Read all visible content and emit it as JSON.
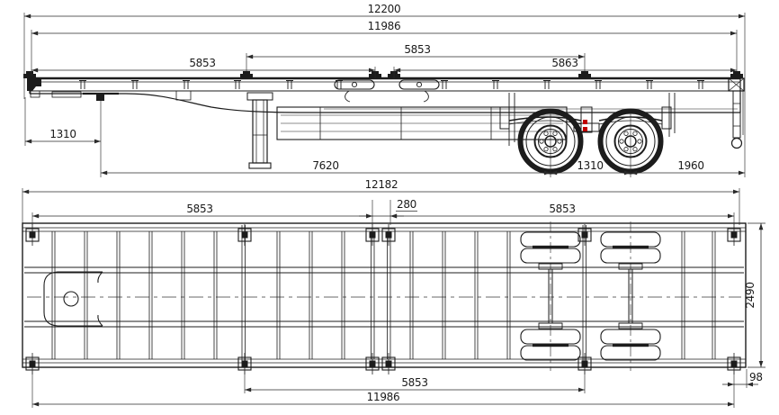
{
  "drawing": {
    "kind": "container-flatbed-semitrailer-two-view-drawing",
    "colors": {
      "line": "#1c1c1c",
      "dim": "#2a2a2a",
      "accent": "#c00000",
      "background": "#ffffff"
    },
    "side": {
      "overall_length": "12200",
      "frame_length": "11986",
      "mid_span": "5853",
      "front_span": "5853",
      "rear_span": "5863",
      "kingpin_offset": "1310",
      "kingpin_to_axle": "7620",
      "axle_spacing": "1310",
      "rear_overhang": "1960"
    },
    "plan": {
      "frame_overall": "12182",
      "front_span": "5853",
      "center_gap": "280",
      "rear_span": "5853",
      "overall_width": "2490",
      "rear_lock_offset": "98",
      "mid_span": "5853",
      "frame_length": "11986"
    }
  }
}
